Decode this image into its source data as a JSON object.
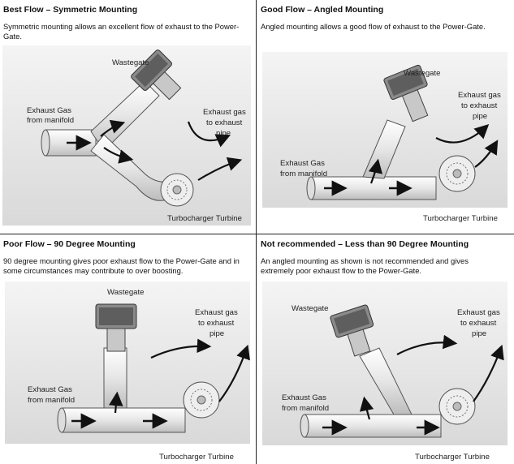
{
  "panels": [
    {
      "title": "Best Flow – Symmetric Mounting",
      "description": "Symmetric mounting allows an excellent flow of exhaust to the Power-Gate.",
      "labels": {
        "wastegate": "Wastegate",
        "exhaust_in_1": "Exhaust Gas",
        "exhaust_in_2": "from manifold",
        "exhaust_out_1": "Exhaust gas",
        "exhaust_out_2": "to exhaust",
        "exhaust_out_3": "pipe",
        "turbo": "Turbocharger Turbine"
      }
    },
    {
      "title": "Good Flow – Angled Mounting",
      "description": "Angled mounting allows a good flow of exhaust to the Power-Gate.",
      "labels": {
        "wastegate": "Wastegate",
        "exhaust_in_1": "Exhaust Gas",
        "exhaust_in_2": "from manifold",
        "exhaust_out_1": "Exhaust gas",
        "exhaust_out_2": "to exhaust",
        "exhaust_out_3": "pipe",
        "turbo": "Turbocharger Turbine"
      }
    },
    {
      "title": "Poor Flow – 90 Degree Mounting",
      "description": "90 degree mounting gives poor exhaust flow to the Power-Gate and in some circumstances may contribute to over boosting.",
      "labels": {
        "wastegate": "Wastegate",
        "exhaust_in_1": "Exhaust Gas",
        "exhaust_in_2": "from manifold",
        "exhaust_out_1": "Exhaust gas",
        "exhaust_out_2": "to exhaust",
        "exhaust_out_3": "pipe",
        "turbo": "Turbocharger Turbine"
      }
    },
    {
      "title": "Not recommended – Less than 90 Degree Mounting",
      "description": "An angled mounting as shown is not recommended and gives extremely poor exhaust flow to the Power-Gate.",
      "labels": {
        "wastegate": "Wastegate",
        "exhaust_in_1": "Exhaust Gas",
        "exhaust_in_2": "from manifold",
        "exhaust_out_1": "Exhaust gas",
        "exhaust_out_2": "to exhaust",
        "exhaust_out_3": "pipe",
        "turbo": "Turbocharger Turbine"
      }
    }
  ]
}
